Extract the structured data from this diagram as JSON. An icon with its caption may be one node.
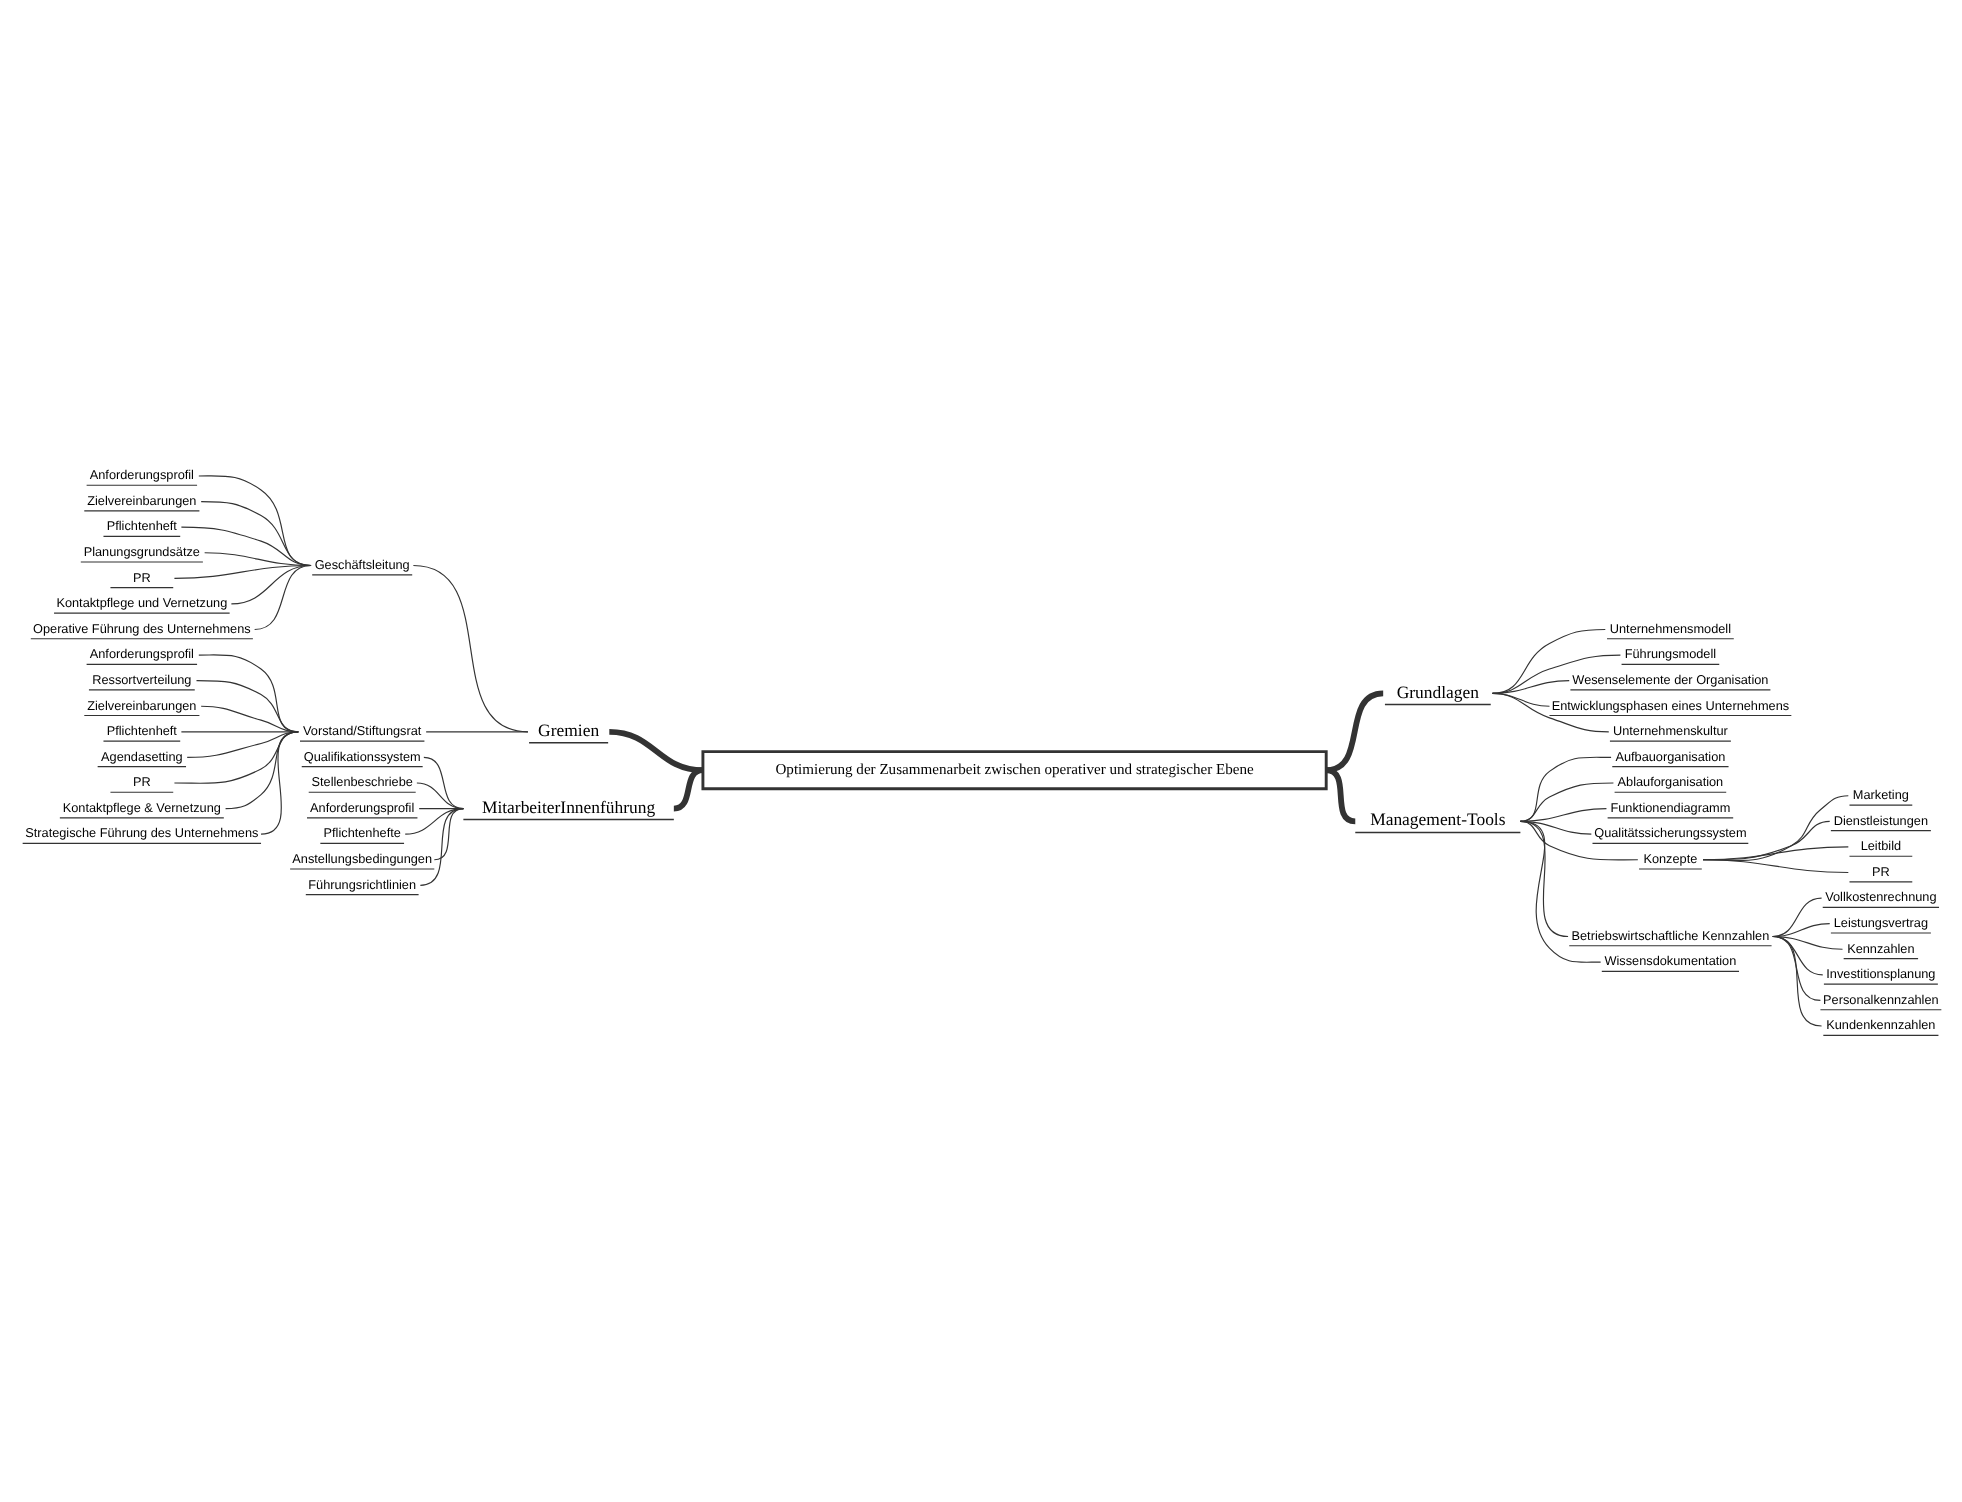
{
  "diagram": {
    "nodes": [
      {
        "text": [
          "Optimierung der Zusammenarbeit zwischen operativer und strategischer Ebene"
        ]
      },
      {
        "text": [
          "Gremien"
        ]
      },
      {
        "text": [
          "Geschäftsleitung"
        ]
      },
      {
        "text": [
          "Anforderungsprofil"
        ]
      },
      {
        "text": [
          "Zielvereinbarungen"
        ]
      },
      {
        "text": [
          "Pflichtenheft"
        ]
      },
      {
        "text": [
          "Planungsgrundsätze"
        ]
      },
      {
        "text": [
          "PR"
        ]
      },
      {
        "text": [
          "Kontaktpflege und Vernetzung"
        ]
      },
      {
        "text": [
          "Operative Führung des Unternehmens"
        ]
      },
      {
        "text": [
          "Vorstand/Stiftungsrat"
        ]
      },
      {
        "text": [
          "Anforderungsprofil"
        ]
      },
      {
        "text": [
          "Ressortverteilung"
        ]
      },
      {
        "text": [
          "Zielvereinbarungen"
        ]
      },
      {
        "text": [
          "Pflichtenheft"
        ]
      },
      {
        "text": [
          "Agendasetting"
        ]
      },
      {
        "text": [
          "PR"
        ]
      },
      {
        "text": [
          "Kontaktpflege & Vernetzung"
        ]
      },
      {
        "text": [
          "Strategische Führung des Unternehmens"
        ]
      },
      {
        "text": [
          "Grundlagen"
        ]
      },
      {
        "text": [
          "Unternehmensmodell"
        ]
      },
      {
        "text": [
          "Führungsmodell"
        ]
      },
      {
        "text": [
          "Wesenselemente der Organisation"
        ]
      },
      {
        "text": [
          "Entwicklungsphasen eines Unternehmens"
        ]
      },
      {
        "text": [
          "Unternehmenskultur"
        ]
      },
      {
        "text": [
          "MitarbeiterInnenführung"
        ]
      },
      {
        "text": [
          "Qualifikationssystem"
        ]
      },
      {
        "text": [
          "Stellenbeschriebe"
        ]
      },
      {
        "text": [
          "Anforderungsprofil"
        ]
      },
      {
        "text": [
          "Pflichtenhefte"
        ]
      },
      {
        "text": [
          "Anstellungsbedingungen"
        ]
      },
      {
        "text": [
          "Führungsrichtlinien"
        ]
      },
      {
        "text": [
          "Management-Tools"
        ]
      },
      {
        "text": [
          "Aufbauorganisation"
        ]
      },
      {
        "text": [
          "Ablauforganisation"
        ]
      },
      {
        "text": [
          "Funktionendiagramm"
        ]
      },
      {
        "text": [
          "Qualitätssicherungssystem"
        ]
      },
      {
        "text": [
          "Konzepte"
        ]
      },
      {
        "text": [
          "Marketing"
        ]
      },
      {
        "text": [
          "Dienstleistungen"
        ]
      },
      {
        "text": [
          "Leitbild"
        ]
      },
      {
        "text": [
          "PR"
        ]
      },
      {
        "text": [
          "Betriebswirtschaftliche Kennzahlen"
        ]
      },
      {
        "text": [
          "Vollkostenrechnung"
        ]
      },
      {
        "text": [
          "Leistungsvertrag"
        ]
      },
      {
        "text": [
          "Kennzahlen"
        ]
      },
      {
        "text": [
          "Investitionsplanung"
        ]
      },
      {
        "text": [
          "Personalkennzahlen"
        ]
      },
      {
        "text": [
          "Kundenkennzahlen"
        ]
      },
      {
        "text": [
          "Wissensdokumentation"
        ]
      }
    ],
    "edges": [
      {
        "from": 0,
        "to": 1,
        "arrow": "none",
        "style": "thick"
      },
      {
        "from": 1,
        "to": 2,
        "arrow": "none"
      },
      {
        "from": 2,
        "to": 3,
        "arrow": "none"
      },
      {
        "from": 2,
        "to": 4,
        "arrow": "none"
      },
      {
        "from": 2,
        "to": 5,
        "arrow": "none"
      },
      {
        "from": 2,
        "to": 6,
        "arrow": "none"
      },
      {
        "from": 2,
        "to": 7,
        "arrow": "none"
      },
      {
        "from": 2,
        "to": 8,
        "arrow": "none"
      },
      {
        "from": 2,
        "to": 9,
        "arrow": "none"
      },
      {
        "from": 1,
        "to": 10,
        "arrow": "none"
      },
      {
        "from": 10,
        "to": 11,
        "arrow": "none"
      },
      {
        "from": 10,
        "to": 12,
        "arrow": "none"
      },
      {
        "from": 10,
        "to": 13,
        "arrow": "none"
      },
      {
        "from": 10,
        "to": 14,
        "arrow": "none"
      },
      {
        "from": 10,
        "to": 15,
        "arrow": "none"
      },
      {
        "from": 10,
        "to": 16,
        "arrow": "none"
      },
      {
        "from": 10,
        "to": 17,
        "arrow": "none"
      },
      {
        "from": 10,
        "to": 18,
        "arrow": "none"
      },
      {
        "from": 0,
        "to": 19,
        "arrow": "none",
        "style": "thick"
      },
      {
        "from": 19,
        "to": 20,
        "arrow": "none"
      },
      {
        "from": 19,
        "to": 21,
        "arrow": "none"
      },
      {
        "from": 19,
        "to": 22,
        "arrow": "none"
      },
      {
        "from": 19,
        "to": 23,
        "arrow": "none"
      },
      {
        "from": 19,
        "to": 24,
        "arrow": "none"
      },
      {
        "from": 0,
        "to": 25,
        "arrow": "none",
        "style": "thick"
      },
      {
        "from": 25,
        "to": 26,
        "arrow": "none"
      },
      {
        "from": 25,
        "to": 27,
        "arrow": "none"
      },
      {
        "from": 25,
        "to": 28,
        "arrow": "none"
      },
      {
        "from": 25,
        "to": 29,
        "arrow": "none"
      },
      {
        "from": 25,
        "to": 30,
        "arrow": "none"
      },
      {
        "from": 25,
        "to": 31,
        "arrow": "none"
      },
      {
        "from": 0,
        "to": 32,
        "arrow": "none",
        "style": "thick"
      },
      {
        "from": 32,
        "to": 33,
        "arrow": "none"
      },
      {
        "from": 32,
        "to": 34,
        "arrow": "none"
      },
      {
        "from": 32,
        "to": 35,
        "arrow": "none"
      },
      {
        "from": 32,
        "to": 36,
        "arrow": "none"
      },
      {
        "from": 32,
        "to": 37,
        "arrow": "none"
      },
      {
        "from": 37,
        "to": 38,
        "arrow": "none"
      },
      {
        "from": 37,
        "to": 39,
        "arrow": "none"
      },
      {
        "from": 37,
        "to": 40,
        "arrow": "none"
      },
      {
        "from": 37,
        "to": 41,
        "arrow": "none"
      },
      {
        "from": 32,
        "to": 42,
        "arrow": "none"
      },
      {
        "from": 42,
        "to": 43,
        "arrow": "none"
      },
      {
        "from": 42,
        "to": 44,
        "arrow": "none"
      },
      {
        "from": 42,
        "to": 45,
        "arrow": "none"
      },
      {
        "from": 42,
        "to": 46,
        "arrow": "none"
      },
      {
        "from": 42,
        "to": 47,
        "arrow": "none"
      },
      {
        "from": 42,
        "to": 48,
        "arrow": "none"
      },
      {
        "from": 32,
        "to": 49,
        "arrow": "none"
      }
    ]
  }
}
